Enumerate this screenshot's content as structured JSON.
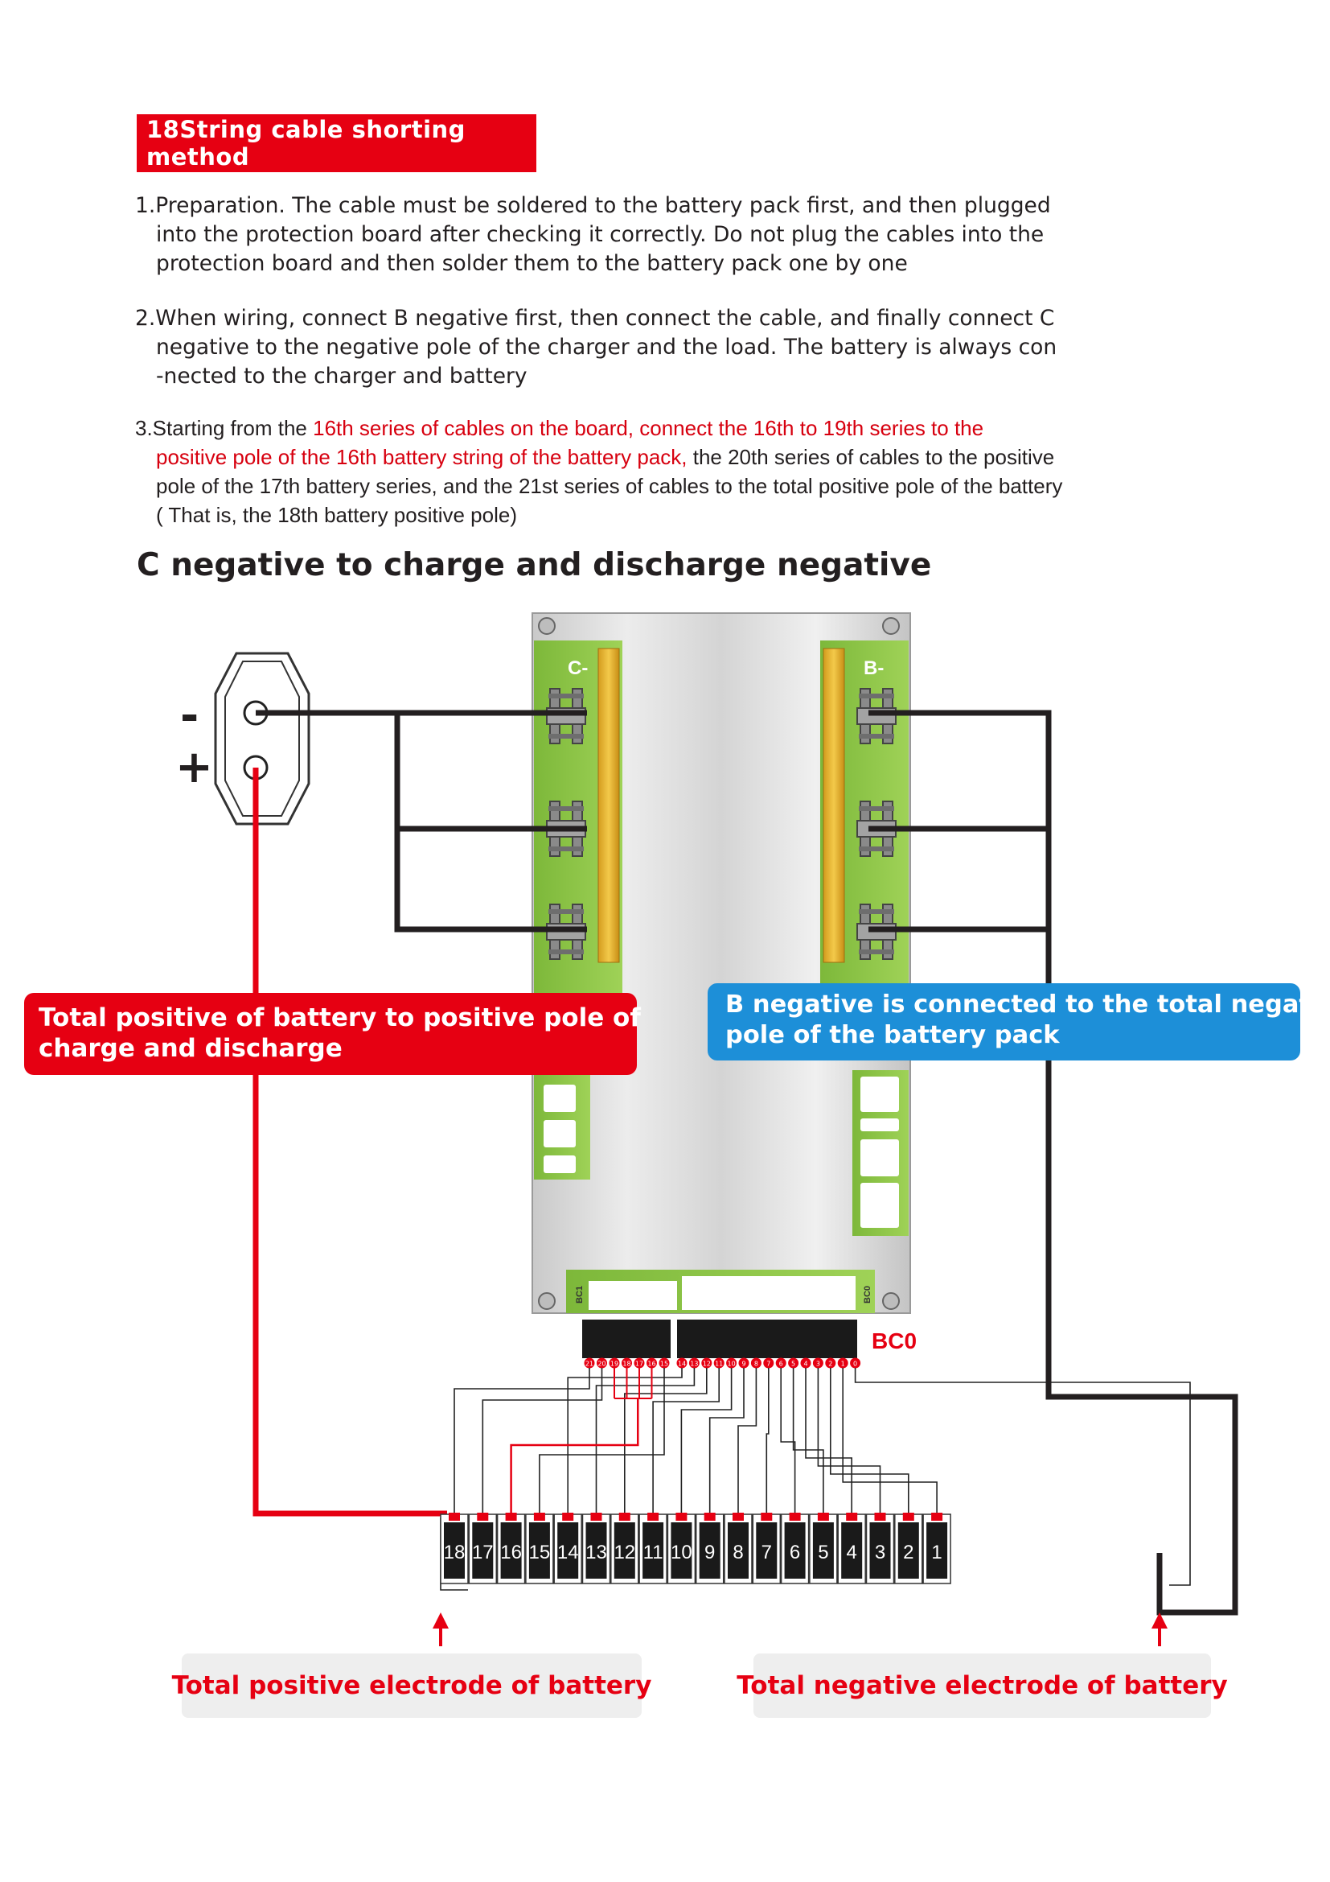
{
  "header": {
    "badge": "18String cable shorting method"
  },
  "instructions": {
    "p1": {
      "line1": "1.Preparation. The cable must be soldered to the battery pack first, and then plugged",
      "line2": "into the protection board after checking it correctly. Do not plug the cables into the",
      "line3": "protection board and then solder them to the battery pack one by one"
    },
    "p2": {
      "line1": "2.When wiring, connect B negative first, then connect the cable, and finally connect C",
      "line2": "negative to the negative pole of the charger and the load. The battery is always con",
      "line3": "-nected to the charger and battery"
    },
    "p3": {
      "line1_black": "3.Starting from the ",
      "line1_red": "16th series of cables on the board, connect the 16th to 19th series to the",
      "line2_red": "positive pole of the 16th battery string of the battery pack,",
      "line2_black": " the 20th series of cables to the positive",
      "line3": "pole of the 17th battery series, and the 21st series of cables to the total positive pole of the battery",
      "line4": "( That is, the 18th battery positive pole)"
    }
  },
  "section_title": "C negative to charge and discharge negative",
  "connector": {
    "minus": "-",
    "plus": "+"
  },
  "board": {
    "c_neg_label": "C-",
    "b_neg_label": "B-",
    "bc1_label": "BC1",
    "bc0_small_label": "BC0",
    "bc0_label": "BC0"
  },
  "callouts": {
    "red_line1": "Total positive of battery to positive pole of",
    "red_line2": "charge and discharge",
    "blue_line1": "B negative is connected to the total negative",
    "blue_line2": "pole of the battery pack"
  },
  "connector_left_pins": [
    "21",
    "20",
    "19",
    "18",
    "17",
    "16",
    "15"
  ],
  "connector_right_pins": [
    "14",
    "13",
    "12",
    "11",
    "10",
    "9",
    "8",
    "7",
    "6",
    "5",
    "4",
    "3",
    "2",
    "1",
    "0"
  ],
  "cells": [
    "18",
    "17",
    "16",
    "15",
    "14",
    "13",
    "12",
    "11",
    "10",
    "9",
    "8",
    "7",
    "6",
    "5",
    "4",
    "3",
    "2",
    "1"
  ],
  "labels": {
    "total_positive": "Total positive electrode of battery",
    "total_negative": "Total negative electrode of battery"
  },
  "colors": {
    "red": "#e60012",
    "blue": "#1d8fd8",
    "board_green": "#8cc63f",
    "wire": "#231f20"
  }
}
